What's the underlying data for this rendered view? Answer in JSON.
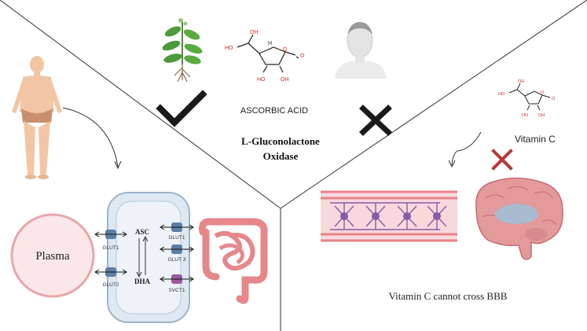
{
  "title_enzyme_line1": "L-Gluconolactone",
  "title_enzyme_line2": "Oxidase",
  "ascorbic_label": "ASCORBIC ACID",
  "vitamin_c_label": "Vitamin C",
  "bbb_caption": "Vitamin C cannot cross BBB",
  "plasma_label": "Plasma",
  "cell": {
    "asc": "ASC",
    "dha": "DHA",
    "transporters_left": [
      "GLUT1",
      "GLUT2"
    ],
    "transporters_right": [
      "GLUT1",
      "GLUT 3",
      "SVCT1"
    ]
  },
  "molecule_labels": {
    "oh": "OH",
    "ho": "HO",
    "o": "O",
    "h": "H"
  },
  "marks": {
    "plant_check": "check",
    "human_cross": "cross",
    "bbb_cross": "cross"
  },
  "colors": {
    "check": "#1a1a1a",
    "cross_black": "#1a1a1a",
    "cross_red": "#b5373a",
    "plasma_fill": "#fbe7e7",
    "plasma_stroke": "#e7a7ab",
    "cell_fill": "#dde8f3",
    "vessel_wall": "#e8848a",
    "neuron": "#8a5aa8",
    "brain": "#e39a9a",
    "intestine": "#e6878a"
  }
}
